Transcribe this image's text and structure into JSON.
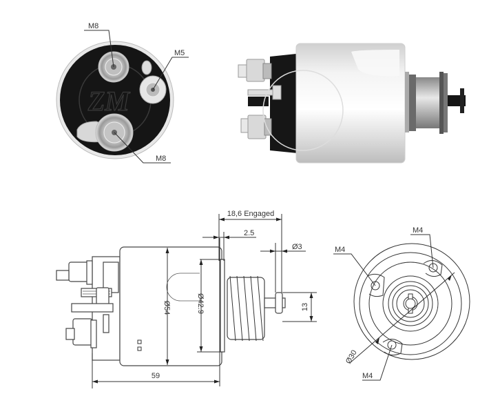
{
  "figure": {
    "subject": "Starter solenoid",
    "colors": {
      "background": "#ffffff",
      "line": "#333333",
      "body_black": "#151515",
      "metal_light": "#e6e6e6"
    }
  },
  "photo_end_view": {
    "callouts": [
      {
        "id": "top-terminal",
        "label": "M8"
      },
      {
        "id": "small-terminal",
        "label": "M5"
      },
      {
        "id": "bottom-terminal",
        "label": "M8"
      }
    ],
    "watermark": "ZM"
  },
  "photo_side_view": {
    "description": "Solenoid body side photo"
  },
  "side_drawing": {
    "dimensions": {
      "engaged_stroke": "18,6 Engaged",
      "gap": "2.5",
      "pin_diameter": "Ø3",
      "plunger_height": "13",
      "body_diameter": "Ø54",
      "flange_diameter": "Ø42.9",
      "length": "59"
    }
  },
  "end_drawing": {
    "callouts": [
      {
        "id": "left-hole",
        "label": "M4"
      },
      {
        "id": "right-hole",
        "label": "M4"
      },
      {
        "id": "bottom-hole",
        "label": "M4"
      }
    ],
    "bolt_circle": "Ø30"
  }
}
